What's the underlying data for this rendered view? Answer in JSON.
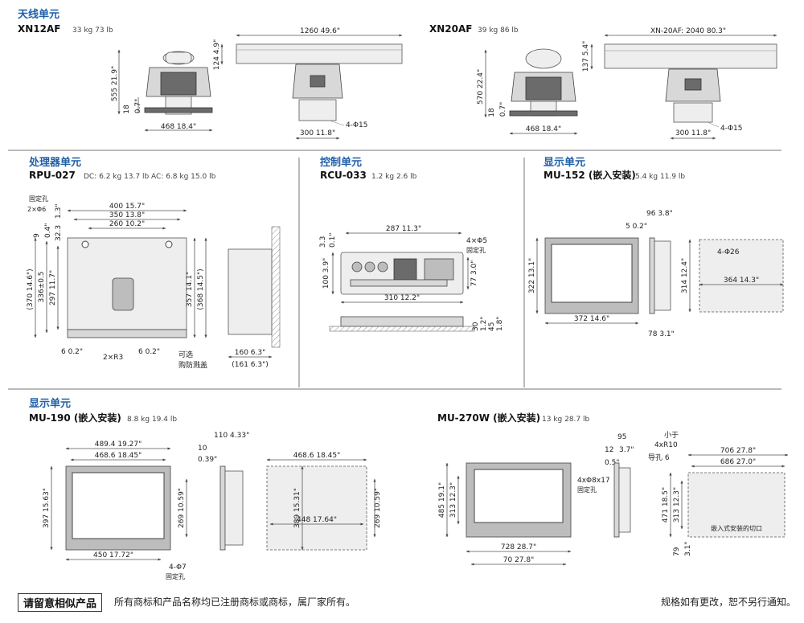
{
  "antenna": {
    "heading": "天线单元",
    "xn12": {
      "model": "XN12AF",
      "weight": "33 kg  73 lb",
      "dims": {
        "top_len": "1260  49.6\"",
        "h_total": "555  21.9\"",
        "h_radome": "124  4.9\"",
        "h_base": "18",
        "h_base_in": "0.7\"",
        "w_base": "468  18.4\"",
        "w_feet": "300  11.8\"",
        "holes": "4-Φ15"
      }
    },
    "xn20": {
      "model": "XN20AF",
      "weight": "39 kg  86 lb",
      "dims": {
        "top_len": "XN-20AF: 2040  80.3\"",
        "h_total": "570  22.4\"",
        "h_radome": "137  5.4\"",
        "h_base": "18",
        "h_base_in": "0.7\"",
        "w_base": "468  18.4\"",
        "w_feet": "300  11.8\"",
        "holes": "4-Φ15"
      }
    }
  },
  "rpu": {
    "heading": "处理器单元",
    "model": "RPU-027",
    "weight": "DC:  6.2 kg  13.7 lb   AC:  6.8 kg  15.0 lb",
    "dims": {
      "fix": "固定孔",
      "fix_spec": "2×Φ6",
      "w400": "400  15.7\"",
      "w350": "350  13.8\"",
      "w260": "260  10.2\"",
      "d9": "9",
      "d04": "0.4\"",
      "d32": "32.3",
      "d13": "1.3\"",
      "h370": "(370  14.6\")",
      "h336": "336±0.5",
      "h297": "297  11.7\"",
      "h357": "357  14.1\"",
      "h368": "(368  14.5\")",
      "b6a": "6  0.2\"",
      "r3": "2×R3",
      "b6b": "6  0.2\"",
      "opt1": "可选",
      "opt2": "购防溅盖",
      "w160": "160  6.3\"",
      "w161": "(161  6.3\")"
    }
  },
  "rcu": {
    "heading": "控制单元",
    "model": "RCU-033",
    "weight": "1.2 kg  2.6 lb",
    "dims": {
      "w287": "287  11.3\"",
      "d33": "3.3",
      "d01": "0.1\"",
      "holes": "4×Φ5",
      "fix": "固定孔",
      "h100": "100  3.9\"",
      "h77": "77  3.0\"",
      "w310": "310  12.2\"",
      "d30": "30",
      "d12": "1.2\"",
      "d45": "45",
      "d18": "1.8\""
    }
  },
  "mu152": {
    "heading": "显示单元",
    "model": "MU-152 (嵌入安装)",
    "weight": "5.4 kg  11.9 lb",
    "dims": {
      "w96": "96  3.8\"",
      "w5": "5  0.2\"",
      "h322": "322  13.1\"",
      "w372": "372  14.6\"",
      "w78": "78  3.1\"",
      "holes": "4-Φ26",
      "h314": "314  12.4\"",
      "w364": "364  14.3\""
    }
  },
  "mu190": {
    "heading": "显示单元",
    "model": "MU-190 (嵌入安装)",
    "weight": "8.8 kg  19.4 lb",
    "dims": {
      "w489": "489.4  19.27\"",
      "w468": "468.6  18.45\"",
      "h397": "397  15.63\"",
      "h269": "269  10.59\"",
      "w450": "450  17.72\"",
      "holes": "4-Φ7",
      "fix": "固定孔",
      "d110": "110  4.33\"",
      "d10": "10",
      "d039": "0.39\"",
      "cw468": "468.6  18.45\"",
      "ch389": "389  15.31\"",
      "cw448": "448  17.64\"",
      "ch269": "269  10.59\""
    }
  },
  "mu270": {
    "model": "MU-270W (嵌入安装)",
    "weight": "13 kg  28.7 lb",
    "dims": {
      "h485": "485  19.1\"",
      "h313": "313  12.3\"",
      "holes": "4xΦ8x17",
      "fix": "固定孔",
      "w728": "728  28.7\"",
      "w70": "70  27.8\"",
      "d95": "95",
      "d12": "12",
      "d37": "3.7\"",
      "d05": "0.5\"",
      "small": "小于",
      "r10": "4xR10",
      "guide": "导孔 6",
      "w706": "706  27.8\"",
      "w686": "686  27.0\"",
      "h471": "471  18.5\"",
      "ch313": "313  12.3\"",
      "cut": "嵌入式安装的切口",
      "d79": "79",
      "d31": "3.1\""
    }
  },
  "footer": {
    "box": "请留意相似产品",
    "left": "所有商标和产品名称均已注册商标或商标，属厂家所有。",
    "right": "规格如有更改，恕不另行通知。"
  }
}
